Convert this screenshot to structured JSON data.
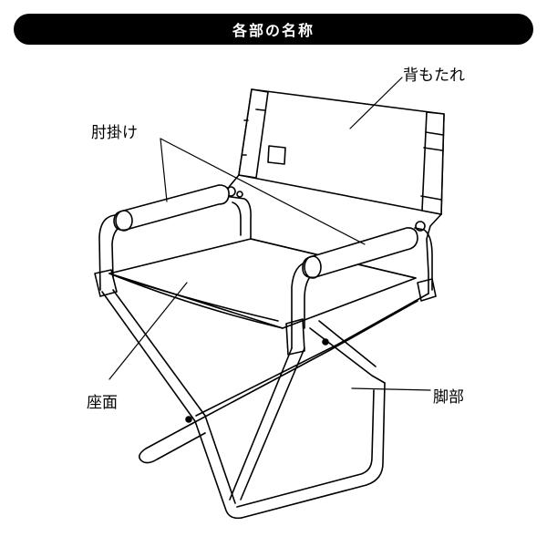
{
  "header": {
    "title": "各部の名称"
  },
  "labels": {
    "backrest": "背もたれ",
    "armrest": "肘掛け",
    "seat": "座面",
    "legs": "脚部"
  },
  "colors": {
    "ink": "#000000",
    "background": "#ffffff"
  }
}
